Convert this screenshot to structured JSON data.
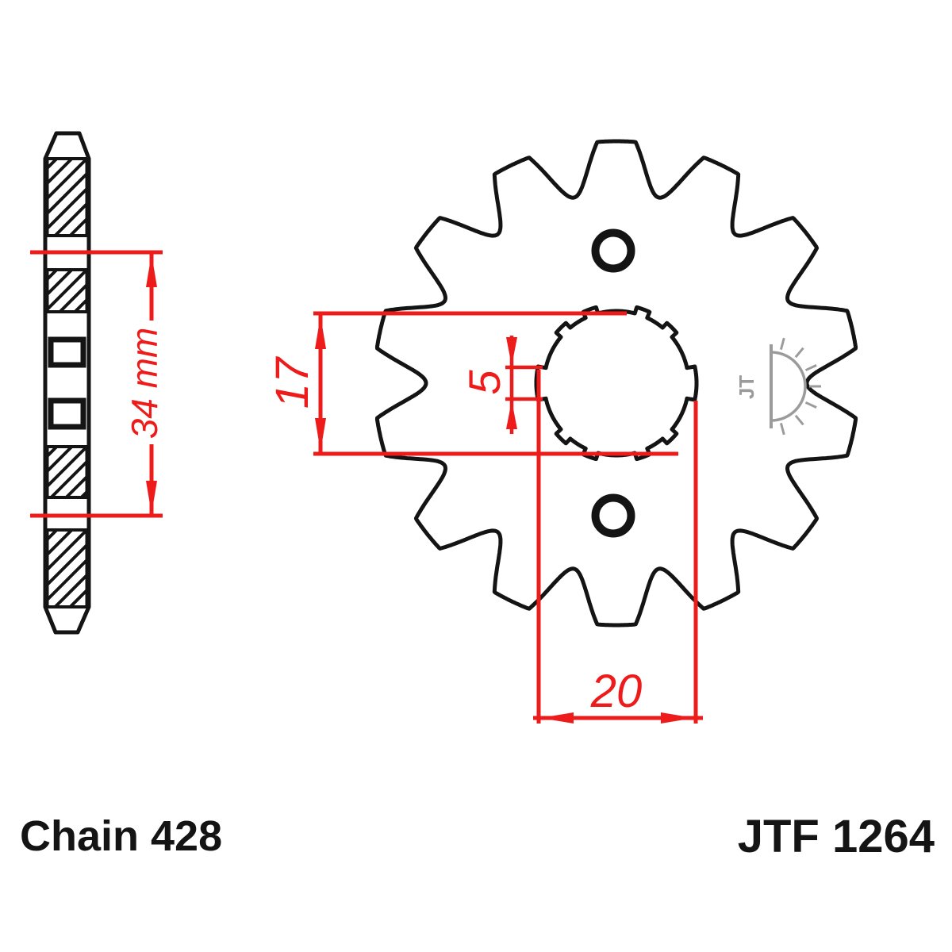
{
  "part": {
    "chain_label": "Chain 428",
    "part_number": "JTF 1264"
  },
  "dimensions": {
    "dim_34": "34 mm",
    "dim_17": "17",
    "dim_5": "5",
    "dim_20": "20"
  },
  "logo": {
    "text": "JT"
  },
  "colors": {
    "dimension_red": "#ee1b1b",
    "outline_black": "#141414",
    "logo_grey": "#9b9b9b",
    "background": "#ffffff"
  }
}
